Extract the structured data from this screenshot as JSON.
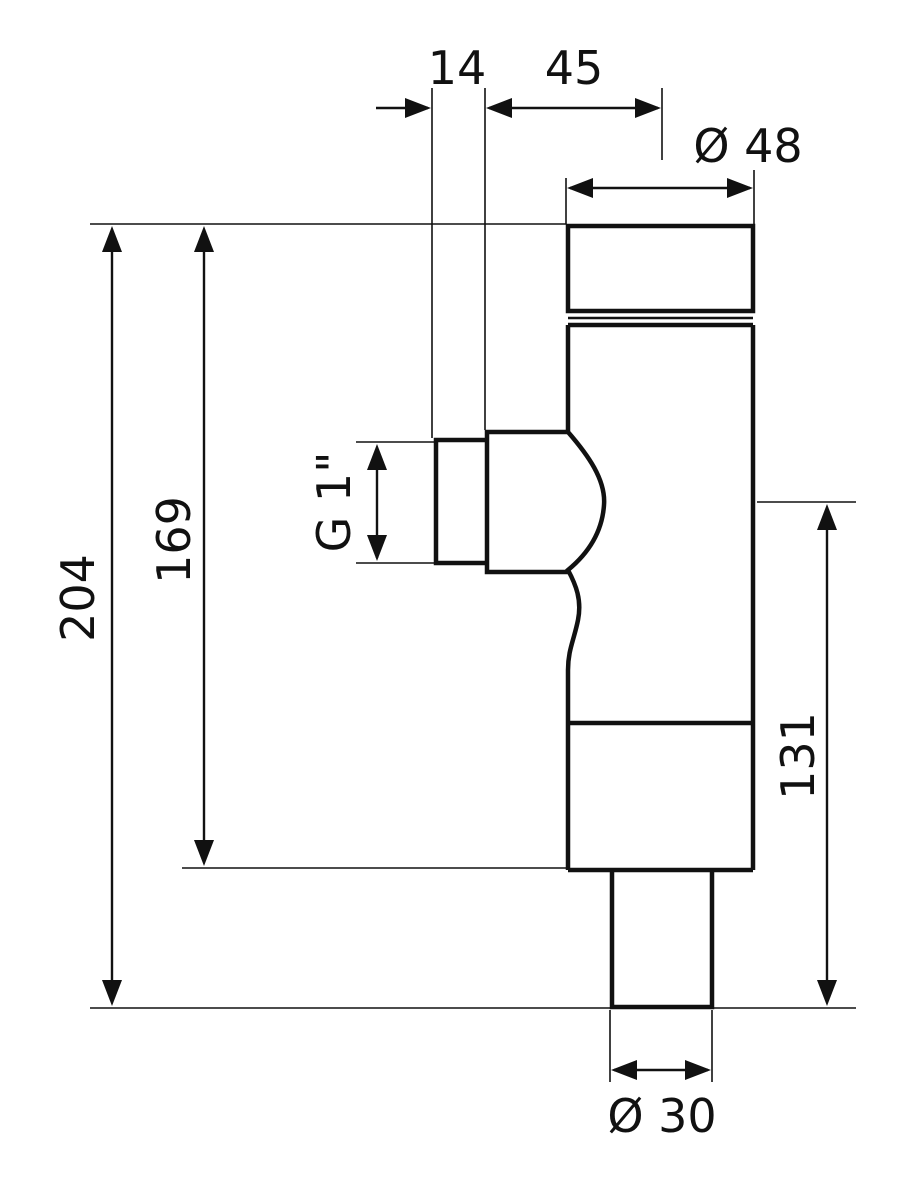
{
  "diagram": {
    "labels": {
      "dim_14": "14",
      "dim_45": "45",
      "dim_dia48": "Ø 48",
      "dim_204": "204",
      "dim_169": "169",
      "dim_g1": "G 1\"",
      "dim_131": "131",
      "dim_dia30": "Ø 30"
    },
    "colors": {
      "line": "#111111",
      "background": "#ffffff"
    }
  }
}
